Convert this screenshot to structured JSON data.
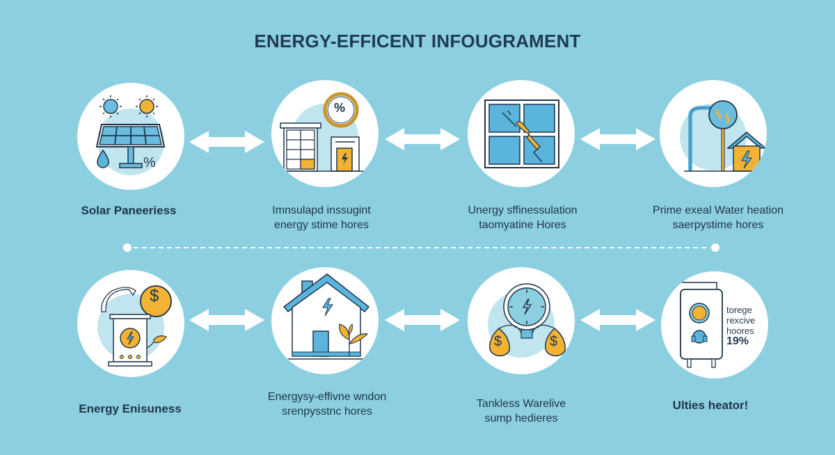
{
  "title": "ENERGY-EFFICENT INFOUGRAMENT",
  "colors": {
    "background": "#8ccfe0",
    "circle": "#ffffff",
    "accent_blue": "#5ab4dc",
    "accent_orange": "#f2b234",
    "outline": "#1e3448",
    "arrow": "#ffffff"
  },
  "top_row": [
    {
      "icon": "solar-panel-icon",
      "label_line1": "Solar Paneeriess",
      "label_line2": "",
      "percent": "%"
    },
    {
      "icon": "building-percent-icon",
      "label_line1": "Imnsulapd inssugint",
      "label_line2": "energy stime hores",
      "badge": "%"
    },
    {
      "icon": "window-icon",
      "label_line1": "Unergy sffinessulation",
      "label_line2": "taomyatine Hores"
    },
    {
      "icon": "water-heater-house-icon",
      "label_line1": "Prime exeal Water heation",
      "label_line2": "saerpystime hores"
    }
  ],
  "bottom_row": [
    {
      "icon": "generator-dollar-icon",
      "label_line1": "Energy Enisuness",
      "label_line2": "",
      "coin": "$"
    },
    {
      "icon": "eco-house-icon",
      "label_line1": "Energysy-effivne wndon",
      "label_line2": "srenpysstnc hores"
    },
    {
      "icon": "magnifier-dollar-icon",
      "label_line1": "Tankless Warelive",
      "label_line2": "sump hedieres",
      "coin_left": "$",
      "coin_right": "$"
    },
    {
      "icon": "tankless-heater-icon",
      "label_line1": "Ulties heator!",
      "label_line2": "",
      "inner_lines": [
        "torege",
        "rexcive",
        "hoores"
      ],
      "inner_percent": "19%"
    }
  ],
  "connectors": {
    "type": "double-arrow",
    "count_per_row": 3,
    "divider": "dashed-line"
  }
}
